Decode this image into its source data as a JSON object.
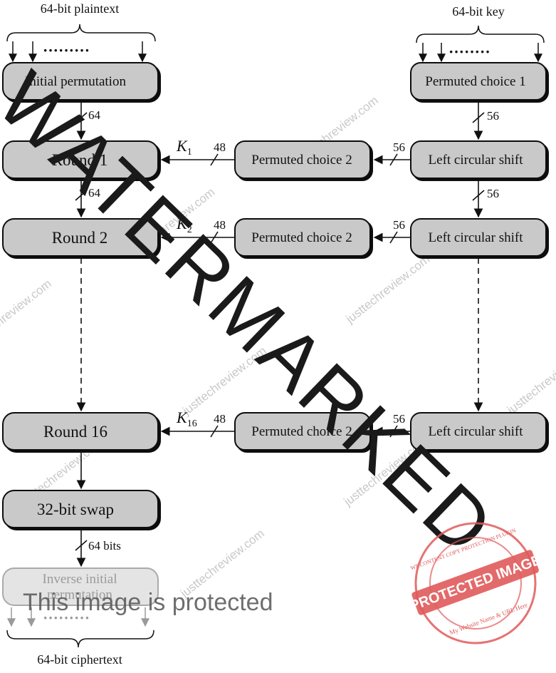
{
  "labels": {
    "plaintext": "64-bit plaintext",
    "key": "64-bit key",
    "ciphertext": "64-bit ciphertext"
  },
  "boxes": {
    "initial_permutation": "Initial permutation",
    "round1": "Round 1",
    "round2": "Round 2",
    "round16": "Round 16",
    "swap": "32-bit swap",
    "inverse_line1": "Inverse initial",
    "inverse_line2": "permutation",
    "permuted_choice_1": "Permuted choice 1",
    "permuted_choice_2": "Permuted choice 2",
    "left_circular_shift": "Left circular shift"
  },
  "widths": {
    "ip_to_r1": "64",
    "r1_to_r2": "64",
    "swap_out": "64 bits",
    "pc1_out": "56",
    "shift_to_shift": "56",
    "shift_to_pc2": "56",
    "pc2_to_round": "48"
  },
  "subkeys": [
    {
      "base": "K",
      "sub": "1"
    },
    {
      "base": "K",
      "sub": "2"
    },
    {
      "base": "K",
      "sub": "16"
    }
  ],
  "overlay": {
    "watermark": "WATERMARKED",
    "site": "justtechreview.com",
    "protected_text": "This image is protected",
    "stamp_main": "PROTECTED IMAGE",
    "stamp_top": "WP CONTENT COPY PROTECTION PLUGIN",
    "stamp_bottom": "My Website Name & URL Here"
  }
}
